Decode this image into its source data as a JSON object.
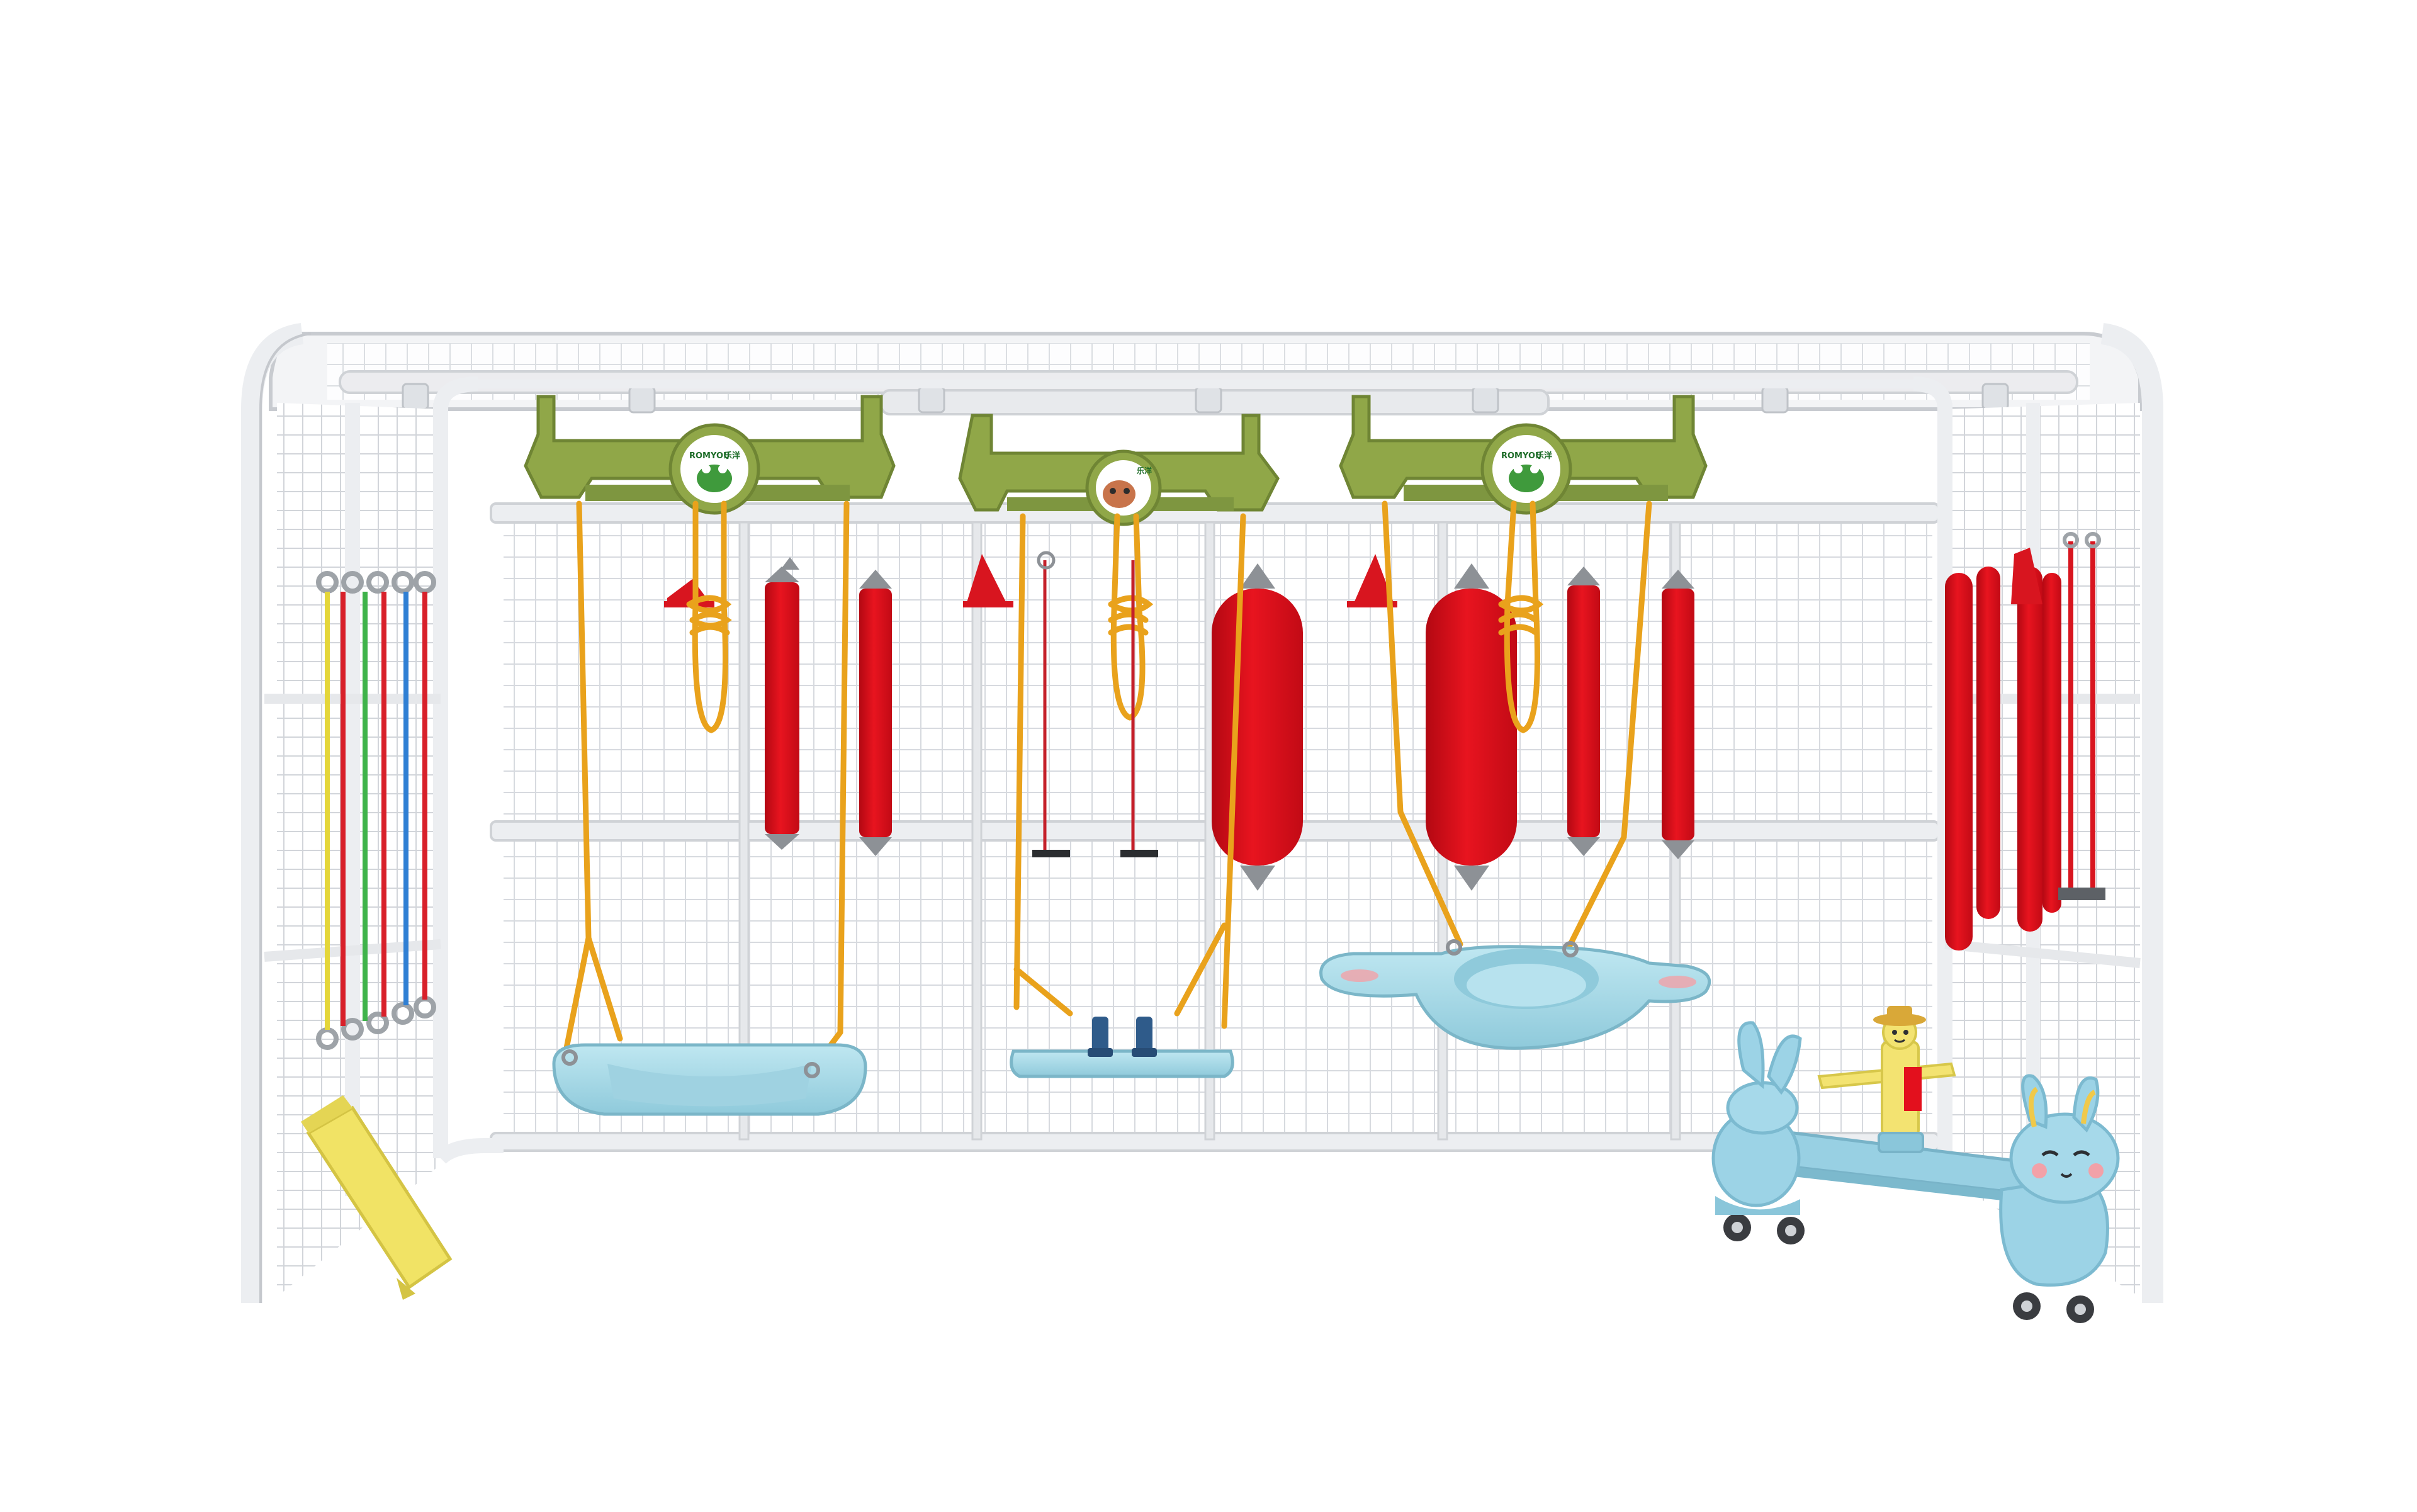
{
  "scene": {
    "logos": [
      {
        "brand": "ROMYOU",
        "mark": "乐洋"
      },
      {
        "brand": "",
        "mark": "乐洋"
      },
      {
        "brand": "ROMYOU",
        "mark": "乐洋"
      }
    ]
  },
  "colors": {
    "frame": "#e9ebee",
    "frame_shadow": "#c9ccd1",
    "mesh": "#d5d8dd",
    "crossbar": "#8fa646",
    "crossbar_dark": "#6e8433",
    "rope": "#e9a21c",
    "pad_red": "#e3101d",
    "pad_grey": "#8d9196",
    "seat_blue": "#a9dbe8",
    "seat_blue_dark": "#86c3d4",
    "logo_green": "#3f9a3c",
    "yellow": "#f2e266",
    "bunny": "#9cd3e6",
    "bunny_dark": "#7cbad0"
  }
}
